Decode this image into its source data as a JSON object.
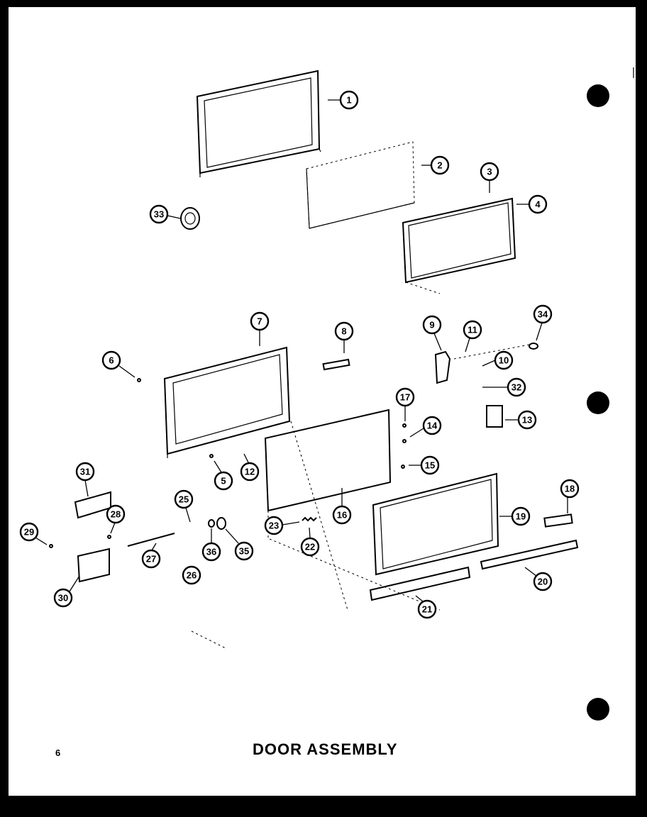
{
  "page_number": "6",
  "title": "DOOR ASSEMBLY",
  "callouts": [
    "1",
    "2",
    "3",
    "4",
    "5",
    "6",
    "7",
    "8",
    "9",
    "10",
    "11",
    "12",
    "13",
    "14",
    "15",
    "16",
    "17",
    "18",
    "19",
    "20",
    "21",
    "22",
    "23",
    "25",
    "26",
    "27",
    "28",
    "29",
    "30",
    "31",
    "32",
    "33",
    "34",
    "35",
    "36"
  ]
}
